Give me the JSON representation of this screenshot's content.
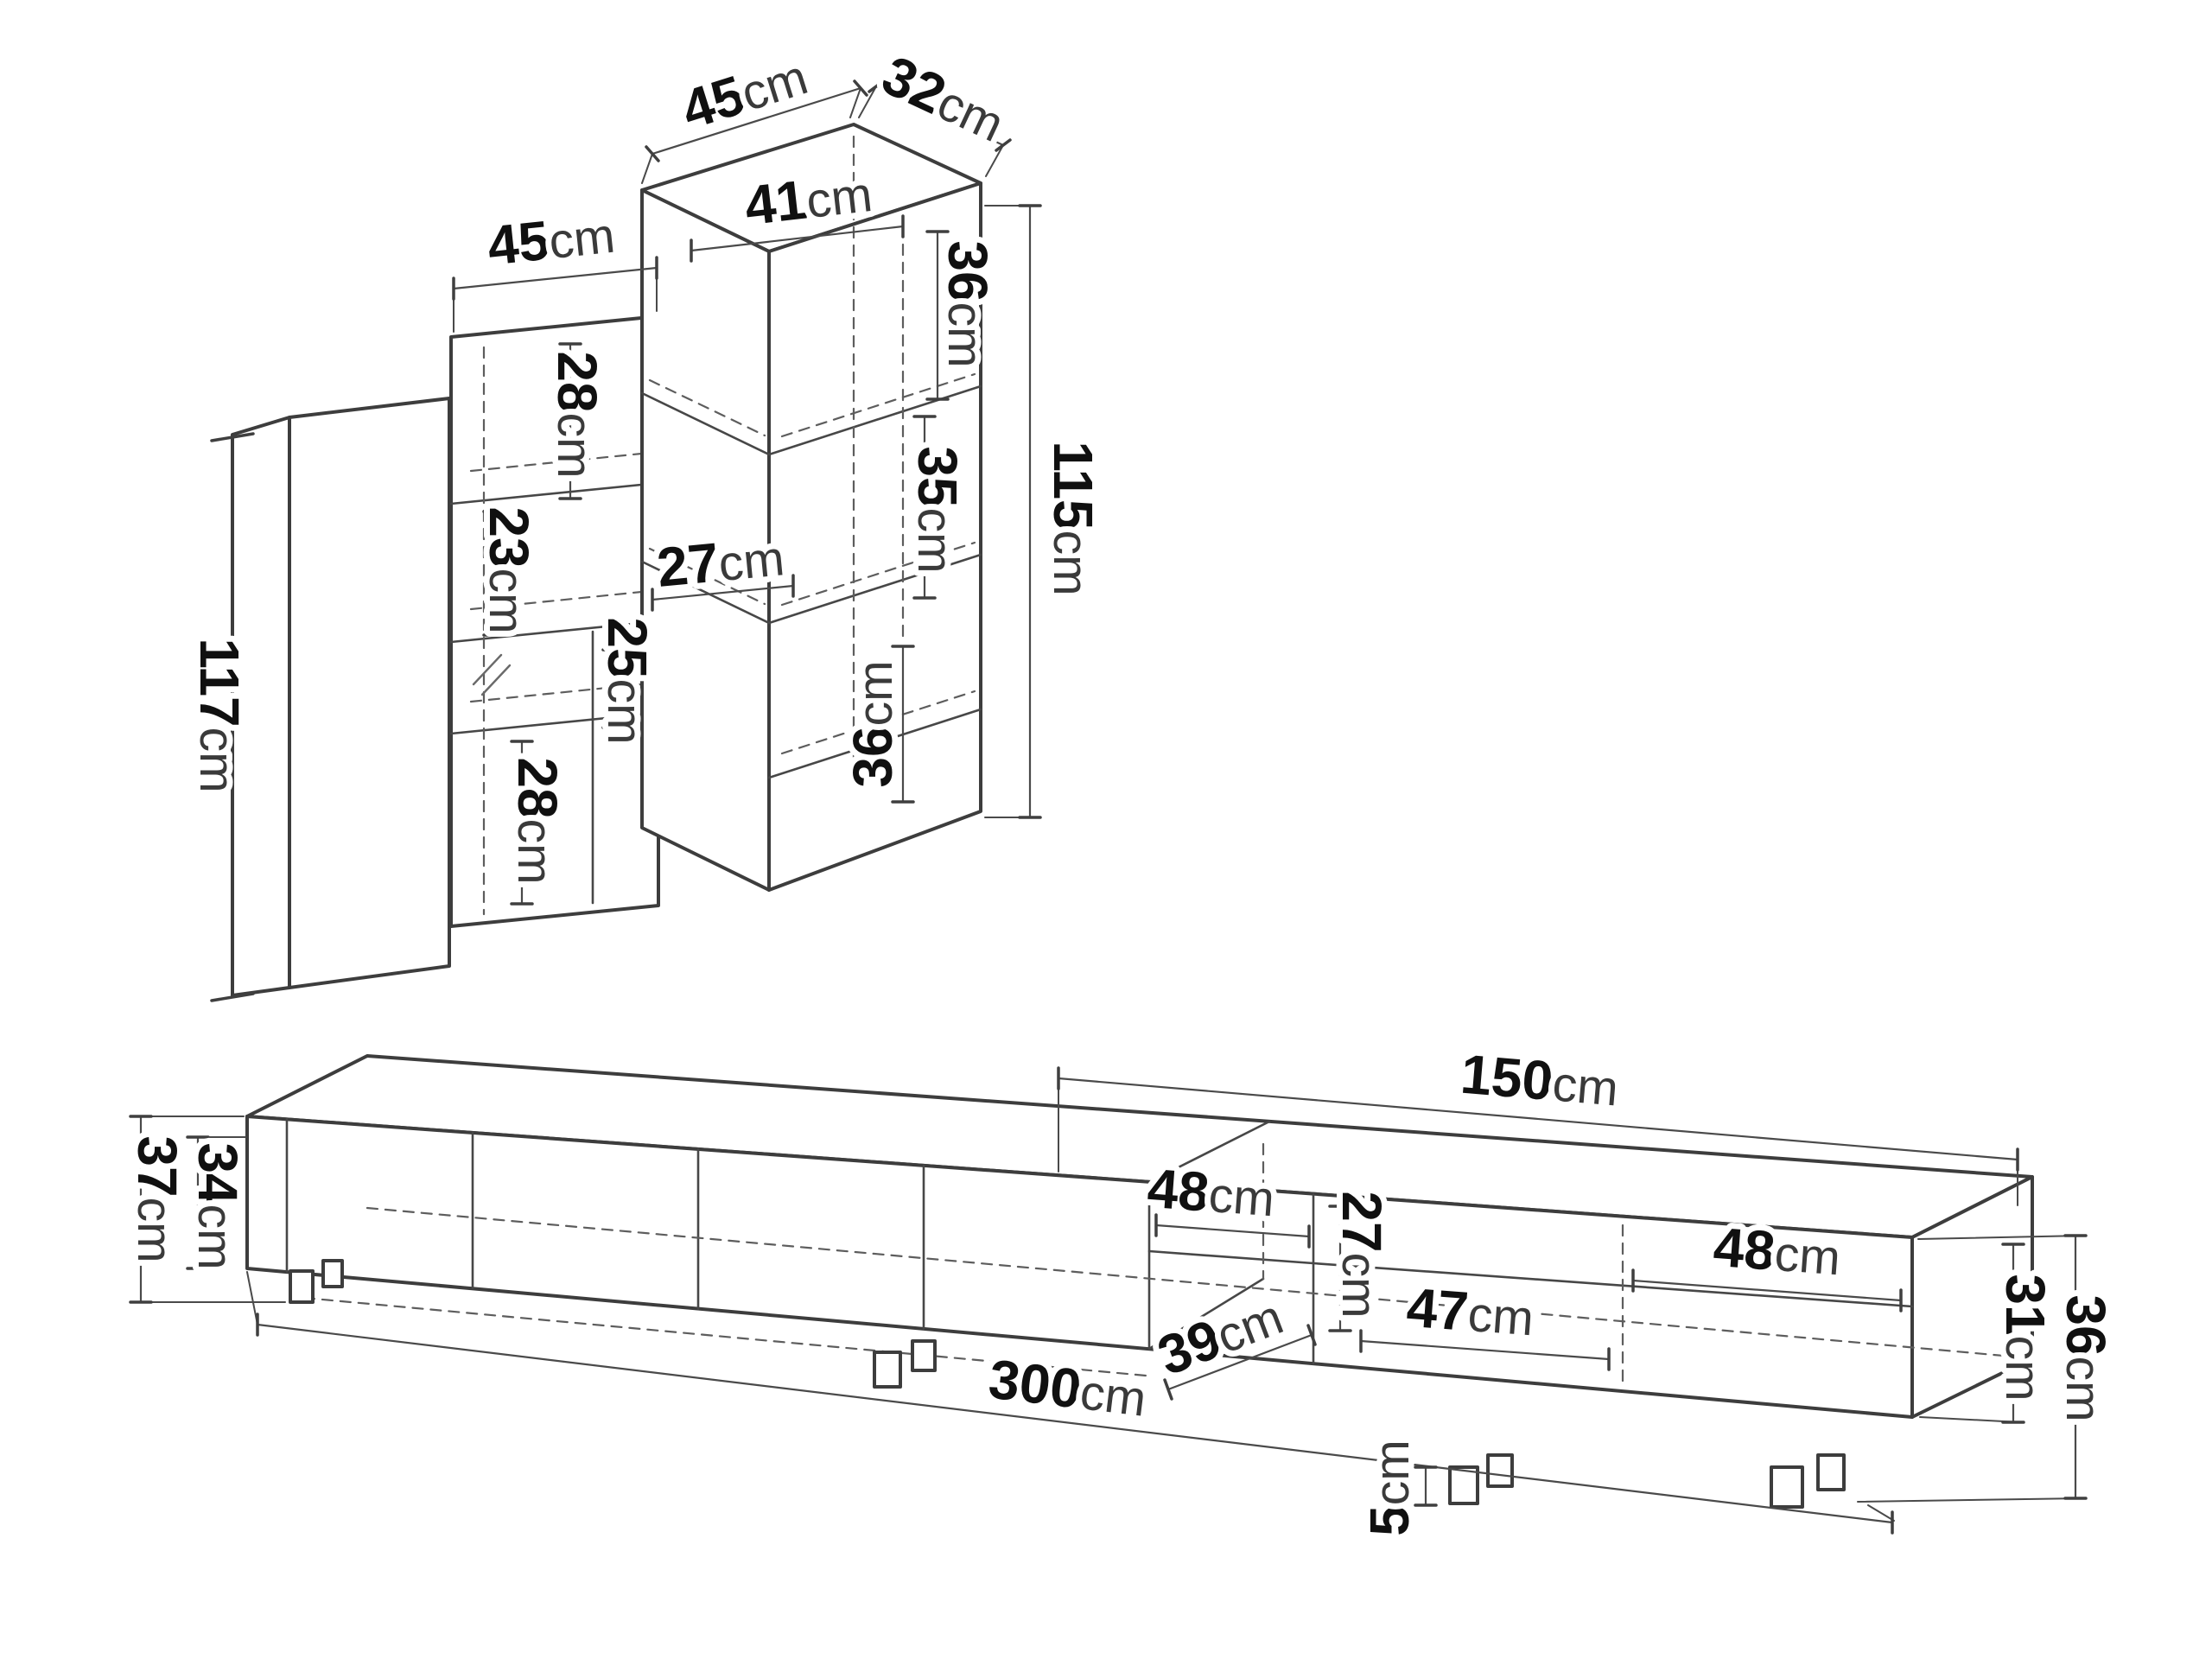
{
  "wall_unit": {
    "labels": {
      "top_width": {
        "value": "45",
        "unit": "cm"
      },
      "top_depth": {
        "value": "32",
        "unit": "cm"
      },
      "left_shelf_width": {
        "value": "45",
        "unit": "cm"
      },
      "inner_width": {
        "value": "41",
        "unit": "cm"
      },
      "right_upper_height": {
        "value": "36",
        "unit": "cm"
      },
      "total_height": {
        "value": "115",
        "unit": "cm"
      },
      "right_middle_height": {
        "value": "35",
        "unit": "cm"
      },
      "upper_shelf_height": {
        "value": "28",
        "unit": "cm"
      },
      "glass_shelf_height": {
        "value": "23",
        "unit": "cm"
      },
      "middle_shelf_width": {
        "value": "27",
        "unit": "cm"
      },
      "middle_shelf_height": {
        "value": "25",
        "unit": "cm"
      },
      "right_lower_height": {
        "value": "36",
        "unit": "cm"
      },
      "lower_shelf_height": {
        "value": "28",
        "unit": "cm"
      },
      "side_panel_height": {
        "value": "117",
        "unit": "cm"
      }
    }
  },
  "tv_stand": {
    "labels": {
      "left_total_height": {
        "value": "37",
        "unit": "cm"
      },
      "left_carcass_height": {
        "value": "34",
        "unit": "cm"
      },
      "right_section_width": {
        "value": "150",
        "unit": "cm"
      },
      "open_compartment_width": {
        "value": "48",
        "unit": "cm"
      },
      "open_compartment_height": {
        "value": "27",
        "unit": "cm"
      },
      "right_compartment_width": {
        "value": "48",
        "unit": "cm"
      },
      "middle_compartment_width": {
        "value": "47",
        "unit": "cm"
      },
      "depth": {
        "value": "39",
        "unit": "cm"
      },
      "total_width": {
        "value": "300",
        "unit": "cm"
      },
      "right_total_height": {
        "value": "36",
        "unit": "cm"
      },
      "right_carcass_height": {
        "value": "31",
        "unit": "cm"
      },
      "foot_height": {
        "value": "5",
        "unit": "cm"
      }
    }
  }
}
